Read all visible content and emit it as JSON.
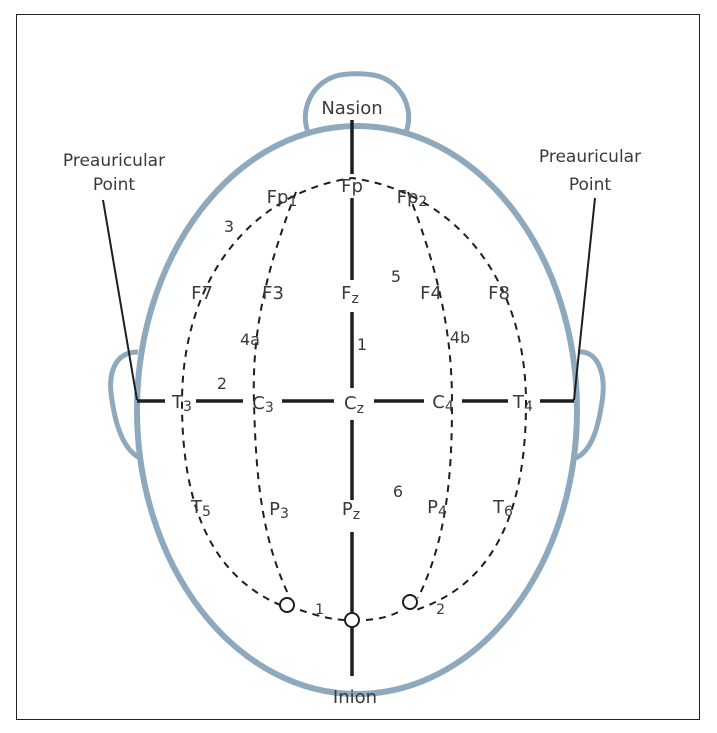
{
  "landmarks": {
    "nasion": "Nasion",
    "inion": "Inion",
    "preauricular_left": [
      "Preauricular",
      "Point"
    ],
    "preauricular_right": [
      "Preauricular",
      "Point"
    ]
  },
  "electrodes": {
    "fp": "Fp",
    "fp1": {
      "main": "Fp",
      "sub": "1"
    },
    "fp2": {
      "main": "Fp",
      "sub": "2"
    },
    "f7": "F7",
    "f3": "F3",
    "fz": {
      "main": "F",
      "sub": "z"
    },
    "f4": "F4",
    "f8": "F8",
    "t3": {
      "main": "T",
      "sub": "3"
    },
    "c3": {
      "main": "C",
      "sub": "3"
    },
    "cz": {
      "main": "C",
      "sub": "z"
    },
    "c4": {
      "main": "C",
      "sub": "4"
    },
    "t4": {
      "main": "T",
      "sub": "4"
    },
    "t5": {
      "main": "T",
      "sub": "5"
    },
    "p3": {
      "main": "P",
      "sub": "3"
    },
    "pz": {
      "main": "P",
      "sub": "z"
    },
    "p4": {
      "main": "P",
      "sub": "4"
    },
    "t6": {
      "main": "T",
      "sub": "6"
    },
    "o1": {
      "main": "O",
      "sub": "1"
    },
    "o2": {
      "main": "O",
      "sub": "2"
    }
  },
  "numbers": {
    "n1": "1",
    "n2": "2",
    "n3": "3",
    "n4a": "4a",
    "n4b": "4b",
    "n5": "5",
    "n6": "6"
  },
  "colors": {
    "head_outline": "#8ea9bd",
    "lines": "#1e1e1e",
    "text": "#3a3a3a"
  }
}
